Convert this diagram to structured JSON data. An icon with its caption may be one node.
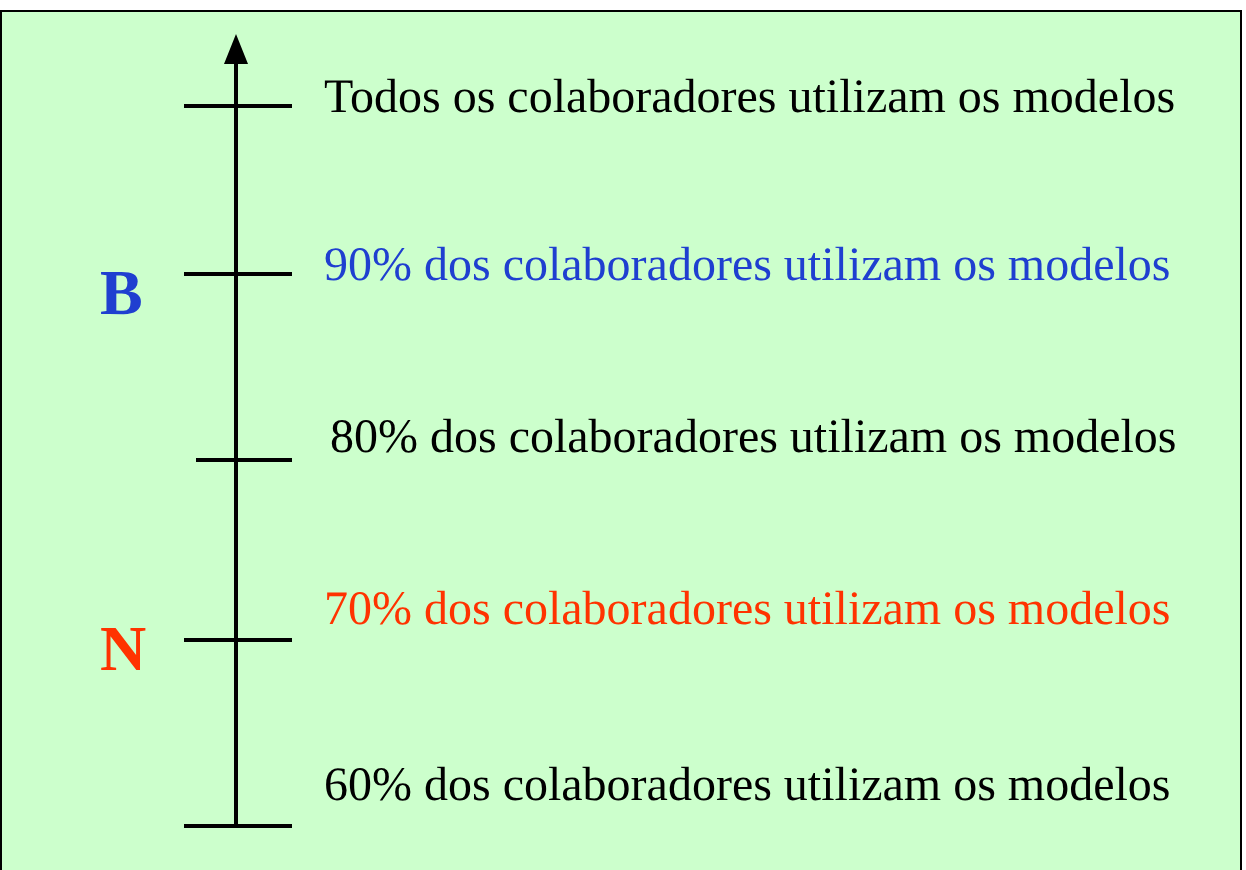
{
  "diagram": {
    "labels": [
      "Todos os colaboradores utilizam os modelos",
      "B",
      "90% dos colaboradores utilizam os modelos",
      "80% dos colaboradores utilizam os modelos",
      "N",
      "70% dos colaboradores utilizam os modelos",
      "60% dos colaboradores utilizam os modelos"
    ]
  }
}
